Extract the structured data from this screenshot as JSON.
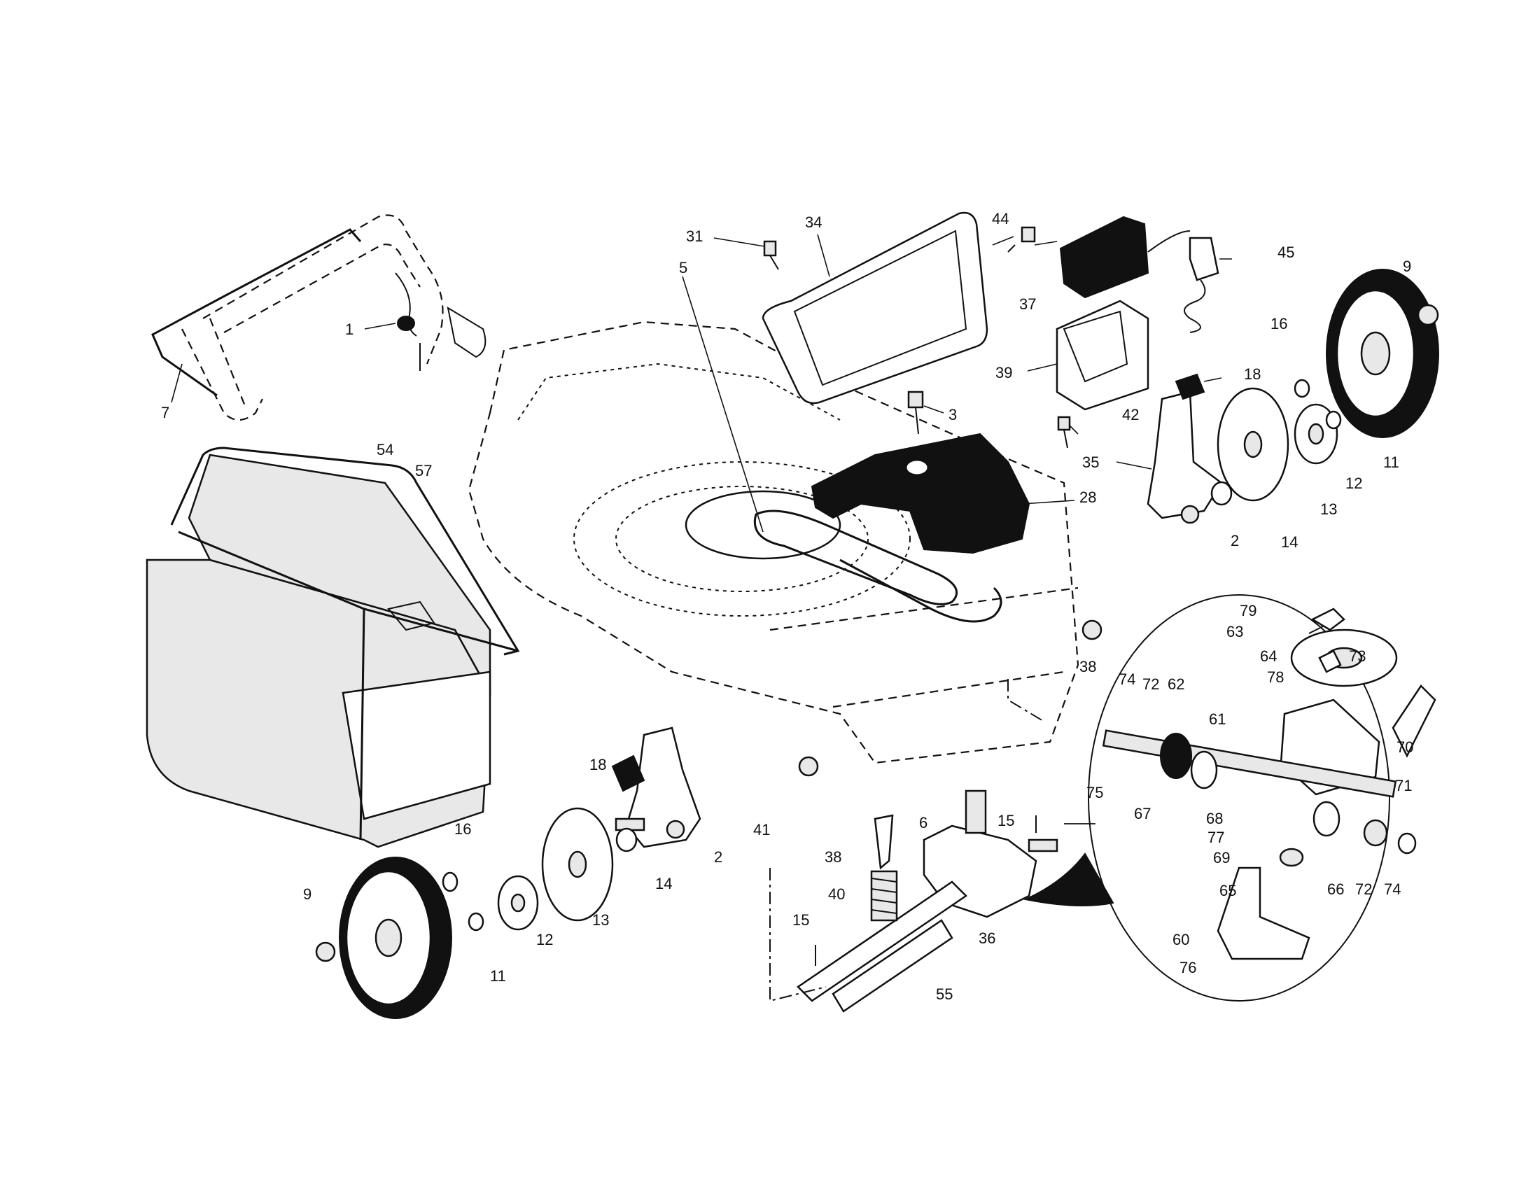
{
  "callouts": [
    {
      "id": "c1",
      "text": "1"
    },
    {
      "id": "c7",
      "text": "7"
    },
    {
      "id": "c5",
      "text": "5"
    },
    {
      "id": "c31",
      "text": "31"
    },
    {
      "id": "c34",
      "text": "34"
    },
    {
      "id": "c44",
      "text": "44"
    },
    {
      "id": "c37",
      "text": "37"
    },
    {
      "id": "c45",
      "text": "45"
    },
    {
      "id": "c39",
      "text": "39"
    },
    {
      "id": "c3",
      "text": "3"
    },
    {
      "id": "c42",
      "text": "42"
    },
    {
      "id": "c18a",
      "text": "18"
    },
    {
      "id": "c16a",
      "text": "16"
    },
    {
      "id": "c9a",
      "text": "9"
    },
    {
      "id": "c35",
      "text": "35"
    },
    {
      "id": "c28",
      "text": "28"
    },
    {
      "id": "c11a",
      "text": "11"
    },
    {
      "id": "c12a",
      "text": "12"
    },
    {
      "id": "c13a",
      "text": "13"
    },
    {
      "id": "c2a",
      "text": "2"
    },
    {
      "id": "c14a",
      "text": "14"
    },
    {
      "id": "c54",
      "text": "54"
    },
    {
      "id": "c57",
      "text": "57"
    },
    {
      "id": "c38a",
      "text": "38"
    },
    {
      "id": "c79",
      "text": "79"
    },
    {
      "id": "c63",
      "text": "63"
    },
    {
      "id": "c64",
      "text": "64"
    },
    {
      "id": "c73",
      "text": "73"
    },
    {
      "id": "c74a",
      "text": "74"
    },
    {
      "id": "c72a",
      "text": "72"
    },
    {
      "id": "c62",
      "text": "62"
    },
    {
      "id": "c78",
      "text": "78"
    },
    {
      "id": "c61",
      "text": "61"
    },
    {
      "id": "c70",
      "text": "70"
    },
    {
      "id": "c75",
      "text": "75"
    },
    {
      "id": "c71",
      "text": "71"
    },
    {
      "id": "c67",
      "text": "67"
    },
    {
      "id": "c68",
      "text": "68"
    },
    {
      "id": "c77",
      "text": "77"
    },
    {
      "id": "c69",
      "text": "69"
    },
    {
      "id": "c66",
      "text": "66"
    },
    {
      "id": "c72b",
      "text": "72"
    },
    {
      "id": "c74b",
      "text": "74"
    },
    {
      "id": "c65",
      "text": "65"
    },
    {
      "id": "c60",
      "text": "60"
    },
    {
      "id": "c76",
      "text": "76"
    },
    {
      "id": "c18b",
      "text": "18"
    },
    {
      "id": "c41",
      "text": "41"
    },
    {
      "id": "c2b",
      "text": "2"
    },
    {
      "id": "c38b",
      "text": "38"
    },
    {
      "id": "c6",
      "text": "6"
    },
    {
      "id": "c15a",
      "text": "15"
    },
    {
      "id": "c16b",
      "text": "16"
    },
    {
      "id": "c14b",
      "text": "14"
    },
    {
      "id": "c9b",
      "text": "9"
    },
    {
      "id": "c13b",
      "text": "13"
    },
    {
      "id": "c40",
      "text": "40"
    },
    {
      "id": "c12b",
      "text": "12"
    },
    {
      "id": "c15b",
      "text": "15"
    },
    {
      "id": "c36",
      "text": "36"
    },
    {
      "id": "c11b",
      "text": "11"
    },
    {
      "id": "c55",
      "text": "55"
    }
  ]
}
